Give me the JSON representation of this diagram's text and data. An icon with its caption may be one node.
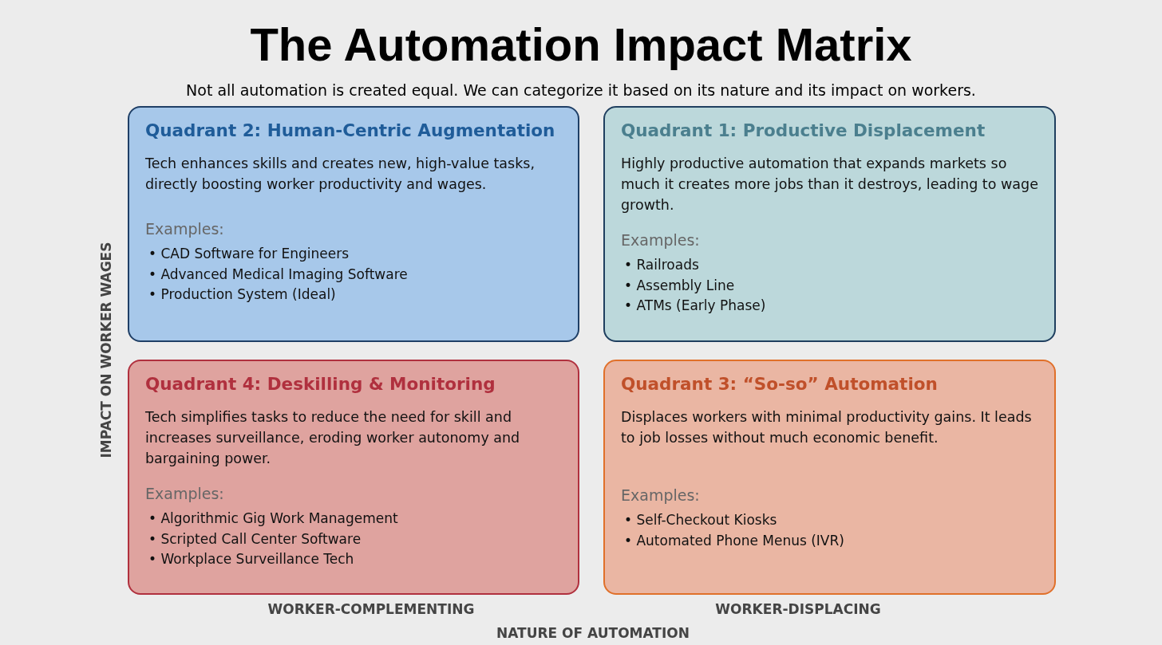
{
  "diagram": {
    "title": "The Automation Impact Matrix",
    "nodes": [
      {
        "text": [
          "Quadrant 2: Human-Centric Augmentation",
          "Tech enhances skills and creates new, high-value tasks, directly boosting worker productivity and wages.",
          "Examples:",
          "• CAD Software for Engineers",
          "• Advanced Medical Imaging Software",
          "• Production System (Ideal)"
        ]
      },
      {
        "text": [
          "Quadrant 1: Productive Displacement",
          "Highly productive automation that expands markets so much it creates more jobs than it destroys, leading to wage growth.",
          "Examples:",
          "• Railroads",
          "• Assembly Line",
          "• ATMs (Early Phase)"
        ]
      },
      {
        "text": [
          "Quadrant 4: Deskilling & Monitoring",
          "Tech simplifies tasks to reduce the need for skill and increases surveillance, eroding worker autonomy and bargaining power.",
          "Examples:",
          "• Algorithmic Gig Work Management",
          "• Scripted Call Center Software",
          "• Workplace Surveillance Tech"
        ]
      },
      {
        "text": [
          "Quadrant 3: “So-so” Automation",
          "Displaces workers with minimal productivity gains. It leads to job losses without much economic benefit.",
          "Examples:",
          "• Self-Checkout Kiosks",
          "• Automated Phone Menus (IVR)"
        ]
      }
    ],
    "labels": [
      "Not all automation is created equal. We can categorize it based on its nature and its impact on workers.",
      "IMPACT ON WORKER WAGES",
      "WORKER-COMPLEMENTING",
      "WORKER-DISPLACING",
      "NATURE OF AUTOMATION"
    ]
  }
}
